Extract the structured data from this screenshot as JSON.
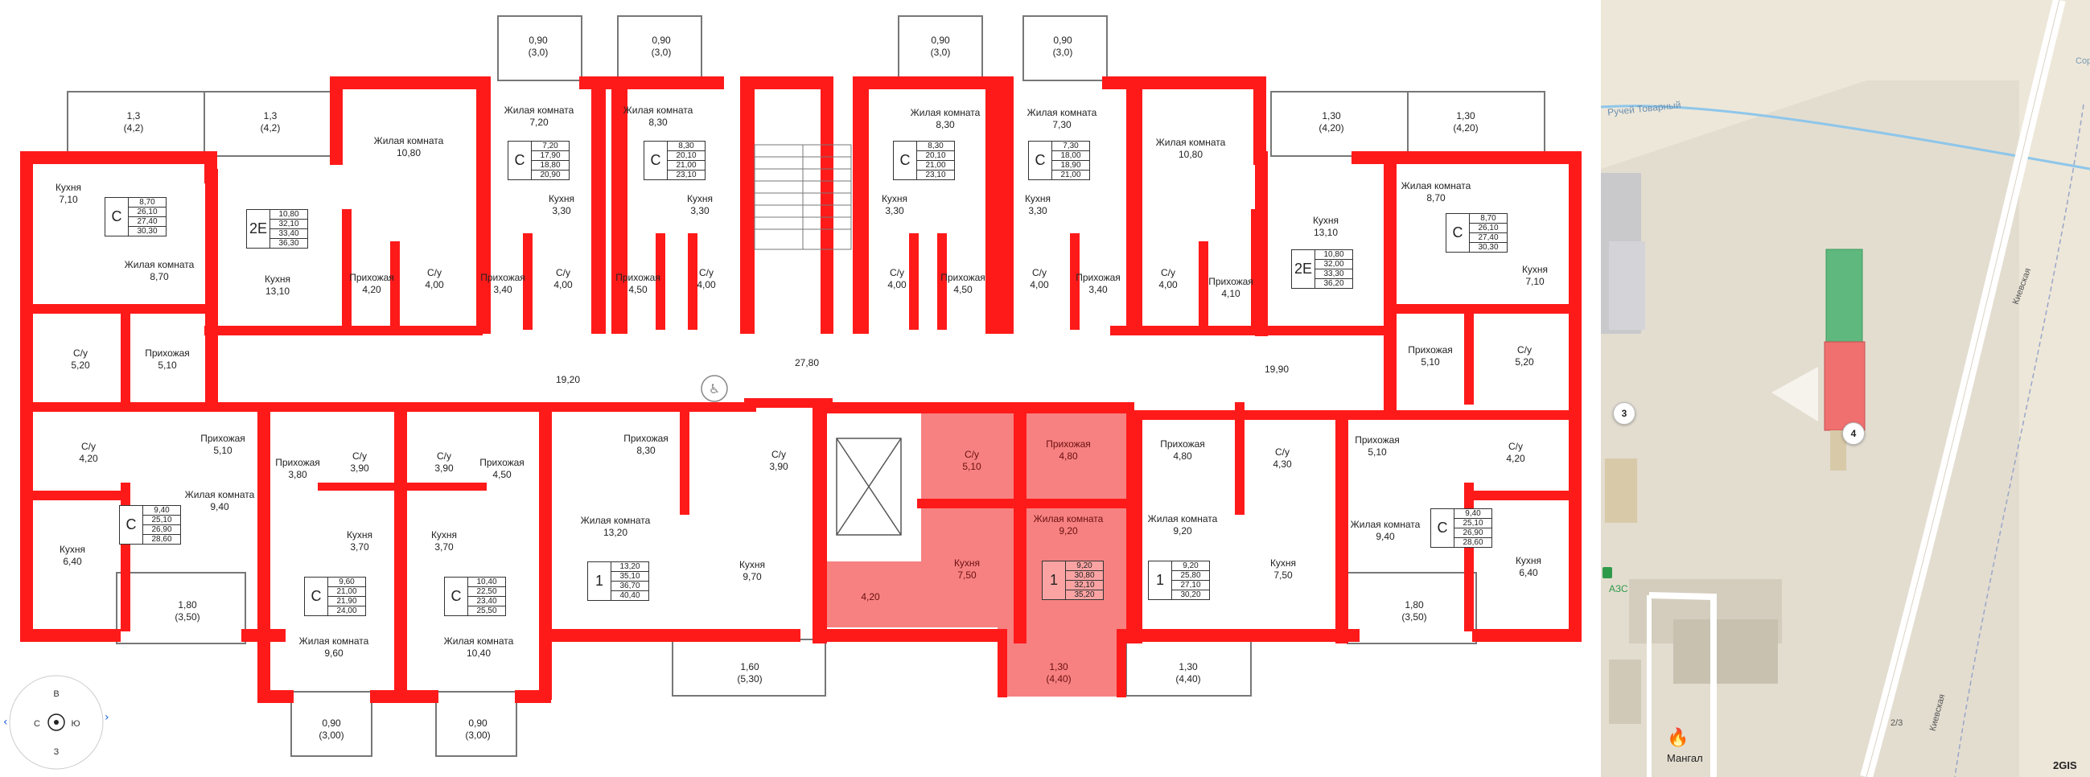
{
  "plan": {
    "accent_color": "#ff1a1a",
    "selected_color": "#f78181",
    "rooms": [
      {
        "name": "Кухня",
        "area": "7,10"
      },
      {
        "name": "Жилая комната",
        "area": "8,70"
      },
      {
        "name": "С/у",
        "area": "5,20"
      },
      {
        "name": "Прихожая",
        "area": "5,10"
      },
      {
        "name": "Кухня",
        "area": "13,10"
      },
      {
        "name": "Прихожая",
        "area": "4,20"
      },
      {
        "name": "Жилая комната",
        "area": "10,80"
      },
      {
        "name": "С/у",
        "area": "4,00"
      },
      {
        "name": "Жилая комната",
        "area": "7,20"
      },
      {
        "name": "Кухня",
        "area": "3,30"
      },
      {
        "name": "Прихожая",
        "area": "3,40"
      },
      {
        "name": "С/у",
        "area": "4,00"
      },
      {
        "name": "Жилая комната",
        "area": "8,30"
      },
      {
        "name": "Кухня",
        "area": "3,30"
      },
      {
        "name": "Прихожая",
        "area": "4,50"
      },
      {
        "name": "С/у",
        "area": "4,00"
      },
      {
        "name": "Жилая комната",
        "area": "8,30"
      },
      {
        "name": "Кухня",
        "area": "3,30"
      },
      {
        "name": "С/у",
        "area": "4,00"
      },
      {
        "name": "Прихожая",
        "area": "4,50"
      },
      {
        "name": "Жилая комната",
        "area": "7,30"
      },
      {
        "name": "Кухня",
        "area": "3,30"
      },
      {
        "name": "С/у",
        "area": "4,00"
      },
      {
        "name": "Прихожая",
        "area": "3,40"
      },
      {
        "name": "Жилая комната",
        "area": "10,80"
      },
      {
        "name": "С/у",
        "area": "4,00"
      },
      {
        "name": "Прихожая",
        "area": "4,10"
      },
      {
        "name": "Кухня",
        "area": "13,10"
      },
      {
        "name": "Жилая комната",
        "area": "8,70"
      },
      {
        "name": "Кухня",
        "area": "7,10"
      },
      {
        "name": "Прихожая",
        "area": "5,10"
      },
      {
        "name": "С/у",
        "area": "5,20"
      },
      {
        "name": "С/у",
        "area": "4,20"
      },
      {
        "name": "Прихожая",
        "area": "5,10"
      },
      {
        "name": "Жилая комната",
        "area": "9,40"
      },
      {
        "name": "Кухня",
        "area": "6,40"
      },
      {
        "name": "Прихожая",
        "area": "3,80"
      },
      {
        "name": "С/у",
        "area": "3,90"
      },
      {
        "name": "Кухня",
        "area": "3,70"
      },
      {
        "name": "Жилая комната",
        "area": "9,60"
      },
      {
        "name": "С/у",
        "area": "3,90"
      },
      {
        "name": "Прихожая",
        "area": "4,50"
      },
      {
        "name": "Кухня",
        "area": "3,70"
      },
      {
        "name": "Жилая комната",
        "area": "10,40"
      },
      {
        "name": "Прихожая",
        "area": "8,30"
      },
      {
        "name": "С/у",
        "area": "3,90"
      },
      {
        "name": "Жилая комната",
        "area": "13,20"
      },
      {
        "name": "Кухня",
        "area": "9,70"
      },
      {
        "name": "С/у",
        "area": "5,10"
      },
      {
        "name": "Прихожая",
        "area": "4,80"
      },
      {
        "name": "Жилая комната",
        "area": "9,20"
      },
      {
        "name": "Кухня",
        "area": "7,50"
      },
      {
        "name": "Прихожая",
        "area": "4,80"
      },
      {
        "name": "С/у",
        "area": "4,30"
      },
      {
        "name": "Жилая комната",
        "area": "9,20"
      },
      {
        "name": "Кухня",
        "area": "7,50"
      },
      {
        "name": "Прихожая",
        "area": "5,10"
      },
      {
        "name": "С/у",
        "area": "4,20"
      },
      {
        "name": "Жилая комната",
        "area": "9,40"
      },
      {
        "name": "Кухня",
        "area": "6,40"
      }
    ],
    "areas": [
      "19,20",
      "27,80",
      "19,90",
      "4,20"
    ],
    "balconies": [
      {
        "a": "1,3",
        "b": "(4,2)"
      },
      {
        "a": "1,3",
        "b": "(4,2)"
      },
      {
        "a": "0,90",
        "b": "(3,0)"
      },
      {
        "a": "0,90",
        "b": "(3,0)"
      },
      {
        "a": "0,90",
        "b": "(3,0)"
      },
      {
        "a": "0,90",
        "b": "(3,0)"
      },
      {
        "a": "1,30",
        "b": "(4,20)"
      },
      {
        "a": "1,30",
        "b": "(4,20)"
      },
      {
        "a": "1,80",
        "b": "(3,50)"
      },
      {
        "a": "0,90",
        "b": "(3,00)"
      },
      {
        "a": "0,90",
        "b": "(3,00)"
      },
      {
        "a": "1,60",
        "b": "(5,30)"
      },
      {
        "a": "1,30",
        "b": "(4,40)"
      },
      {
        "a": "1,30",
        "b": "(4,40)"
      },
      {
        "a": "1,80",
        "b": "(3,50)"
      }
    ],
    "type_cards": [
      {
        "type": "С",
        "values": [
          "8,70",
          "26,10",
          "27,40",
          "30,30"
        ]
      },
      {
        "type": "2Е",
        "values": [
          "10,80",
          "32,10",
          "33,40",
          "36,30"
        ]
      },
      {
        "type": "С",
        "values": [
          "7,20",
          "17,90",
          "18,80",
          "20,90"
        ]
      },
      {
        "type": "С",
        "values": [
          "8,30",
          "20,10",
          "21,00",
          "23,10"
        ]
      },
      {
        "type": "С",
        "values": [
          "8,30",
          "20,10",
          "21,00",
          "23,10"
        ]
      },
      {
        "type": "С",
        "values": [
          "7,30",
          "18,00",
          "18,90",
          "21,00"
        ]
      },
      {
        "type": "2Е",
        "values": [
          "10,80",
          "32,00",
          "33,30",
          "36,20"
        ]
      },
      {
        "type": "С",
        "values": [
          "8,70",
          "26,10",
          "27,40",
          "30,30"
        ]
      },
      {
        "type": "С",
        "values": [
          "9,40",
          "25,10",
          "26,90",
          "28,60"
        ]
      },
      {
        "type": "С",
        "values": [
          "9,60",
          "21,00",
          "21,90",
          "24,00"
        ]
      },
      {
        "type": "С",
        "values": [
          "10,40",
          "22,50",
          "23,40",
          "25,50"
        ]
      },
      {
        "type": "1",
        "values": [
          "13,20",
          "35,10",
          "36,70",
          "40,40"
        ]
      },
      {
        "type": "1",
        "values": [
          "9,20",
          "30,80",
          "32,10",
          "35,20"
        ]
      },
      {
        "type": "1",
        "values": [
          "9,20",
          "25,80",
          "27,10",
          "30,20"
        ]
      },
      {
        "type": "С",
        "values": [
          "9,40",
          "25,10",
          "26,90",
          "28,60"
        ]
      }
    ],
    "compass": {
      "n": "С",
      "s": "Ю",
      "e": "В",
      "w": "З"
    }
  },
  "map": {
    "street1": "Ручей Товарный",
    "street2": "Киевская",
    "street3": "Киевская",
    "gas": "АЗС",
    "poi": "Мангал",
    "pin3": "3",
    "pin4": "4",
    "corner_text": "Сор",
    "num": "2/3",
    "brand": "2GIS",
    "building_green": "#5fb87d",
    "building_red": "#f07070"
  }
}
